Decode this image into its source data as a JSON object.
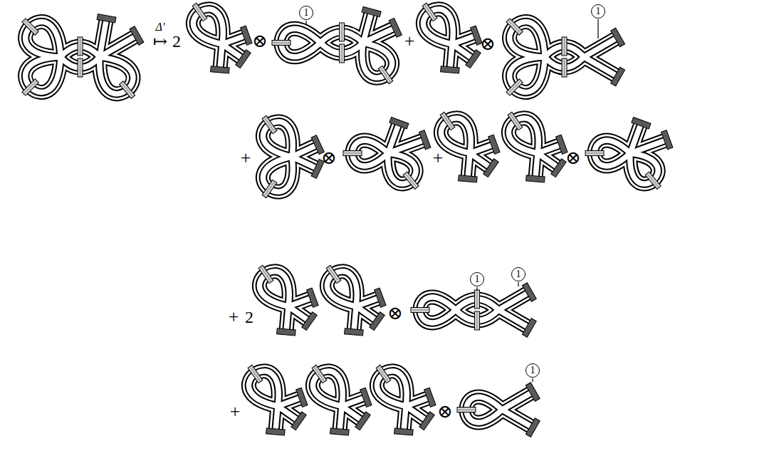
{
  "diagram": {
    "labels": [
      "Δ′",
      "↦",
      "2",
      "⊗",
      "1",
      "+",
      "⊗",
      "1",
      "+",
      "⊗",
      "+",
      "⊗",
      "+",
      "2",
      "⊗",
      "1",
      "1",
      "+",
      "⊗",
      "1"
    ]
  }
}
